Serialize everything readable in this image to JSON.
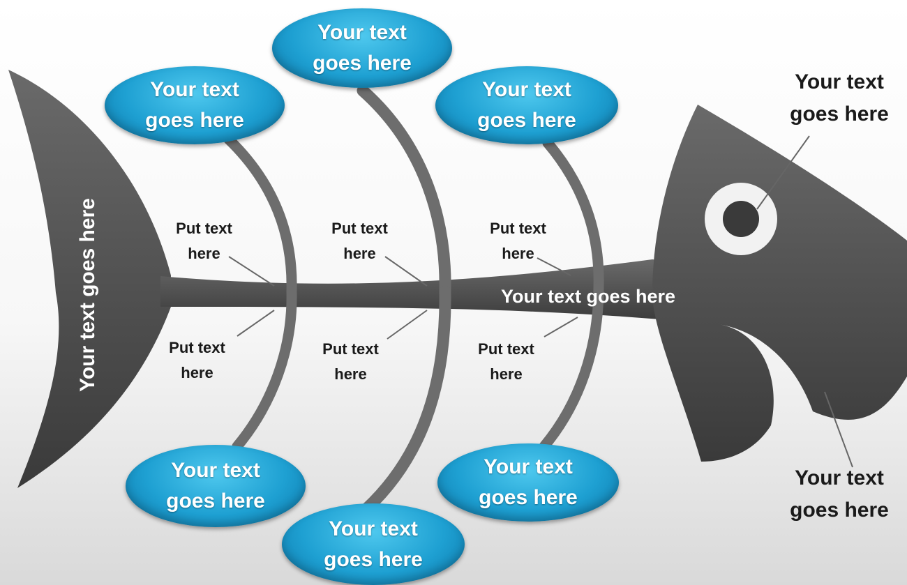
{
  "bubbles": {
    "top_left": "Your text\ngoes here",
    "top_center": "Your text\ngoes here",
    "top_right": "Your text\ngoes here",
    "bottom_left": "Your text\ngoes here",
    "bottom_center": "Your text\ngoes here",
    "bottom_right": "Your text\ngoes here"
  },
  "causes": {
    "upper_left": "Put text\nhere",
    "upper_center": "Put text\nhere",
    "upper_right": "Put text\nhere",
    "lower_left": "Put text\nhere",
    "lower_center": "Put text\nhere",
    "lower_right": "Put text\nhere"
  },
  "spine_label": "Your text goes here",
  "tail_label": "Your text goes here",
  "head_labels": {
    "eye": "Your text\ngoes here",
    "mouth": "Your text\ngoes here"
  },
  "colors": {
    "fish_body": "#4a4a4a",
    "bubble": "#1ea0d2",
    "bone": "#6d6d6d"
  }
}
